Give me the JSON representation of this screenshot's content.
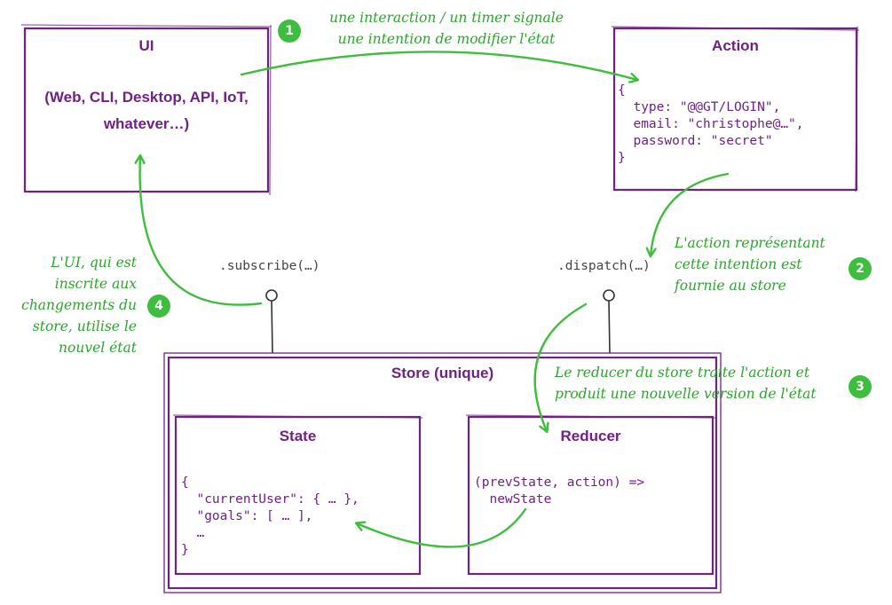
{
  "ui": {
    "title": "UI",
    "subtitle_line1": "(Web, CLI, Desktop, API, IoT,",
    "subtitle_line2": "whatever…)"
  },
  "action": {
    "title": "Action",
    "code": "{\n  type: \"@@GT/LOGIN\",\n  email: \"christophe@…\",\n  password: \"secret\"\n}"
  },
  "store": {
    "title": "Store (unique)"
  },
  "state": {
    "title": "State",
    "code": "{\n  \"currentUser\": { … },\n  \"goals\": [ … ],\n  …\n}"
  },
  "reducer": {
    "title": "Reducer",
    "code": "(prevState, action) =>\n  newState"
  },
  "methods": {
    "subscribe": ".subscribe(…)",
    "dispatch": ".dispatch(…)"
  },
  "steps": [
    {
      "number": "1",
      "text": "une interaction / un timer signale\nune intention de modifier l'état"
    },
    {
      "number": "2",
      "text": "L'action représentant\ncette intention est\nfournie au store"
    },
    {
      "number": "3",
      "text": "Le reducer du store traite l'action et\nproduit une nouvelle version de l'état"
    },
    {
      "number": "4",
      "text": "L'UI, qui est\ninscrite aux\nchangements du\nstore, utilise le\nnouvel état"
    }
  ],
  "colors": {
    "box": "#6e2282",
    "arrow": "#3ebd3e",
    "note": "#2da42d",
    "connector": "#333333"
  }
}
